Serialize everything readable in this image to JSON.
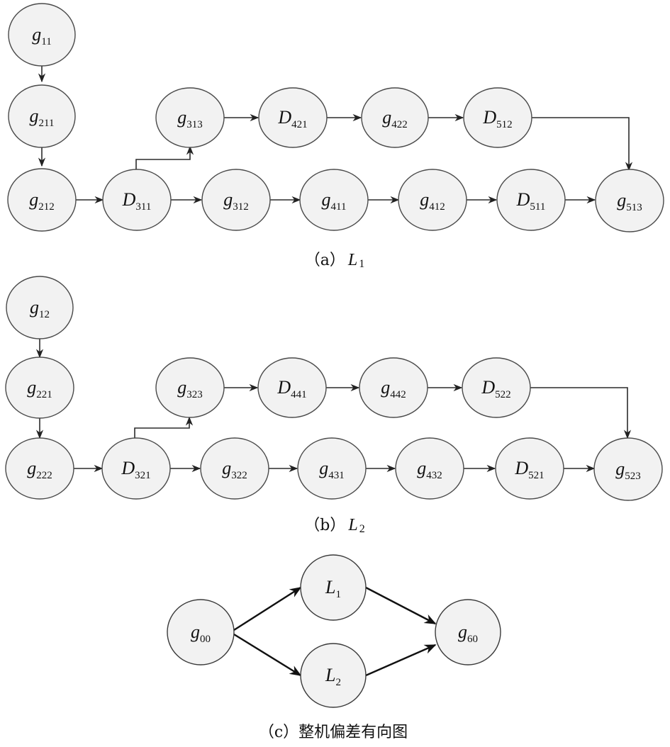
{
  "panel_a": {
    "caption_prefix": "（a）",
    "caption_main": "L",
    "caption_sub": "1",
    "nodes": {
      "g11": {
        "main": "g",
        "sub": "11"
      },
      "g211": {
        "main": "g",
        "sub": "211"
      },
      "g212": {
        "main": "g",
        "sub": "212"
      },
      "D311": {
        "main": "D",
        "sub": "311"
      },
      "g312": {
        "main": "g",
        "sub": "312"
      },
      "g411": {
        "main": "g",
        "sub": "411"
      },
      "g412": {
        "main": "g",
        "sub": "412"
      },
      "D511": {
        "main": "D",
        "sub": "511"
      },
      "g513": {
        "main": "g",
        "sub": "513"
      },
      "g313": {
        "main": "g",
        "sub": "313"
      },
      "D421": {
        "main": "D",
        "sub": "421"
      },
      "g422": {
        "main": "g",
        "sub": "422"
      },
      "D512": {
        "main": "D",
        "sub": "512"
      }
    }
  },
  "panel_b": {
    "caption_prefix": "（b）",
    "caption_main": "L",
    "caption_sub": "2",
    "nodes": {
      "g12": {
        "main": "g",
        "sub": "12"
      },
      "g221": {
        "main": "g",
        "sub": "221"
      },
      "g222": {
        "main": "g",
        "sub": "222"
      },
      "D321": {
        "main": "D",
        "sub": "321"
      },
      "g322": {
        "main": "g",
        "sub": "322"
      },
      "g431": {
        "main": "g",
        "sub": "431"
      },
      "g432": {
        "main": "g",
        "sub": "432"
      },
      "D521": {
        "main": "D",
        "sub": "521"
      },
      "g523": {
        "main": "g",
        "sub": "523"
      },
      "g323": {
        "main": "g",
        "sub": "323"
      },
      "D441": {
        "main": "D",
        "sub": "441"
      },
      "g442": {
        "main": "g",
        "sub": "442"
      },
      "D522": {
        "main": "D",
        "sub": "522"
      }
    }
  },
  "panel_c": {
    "caption": "（c）整机偏差有向图",
    "nodes": {
      "g00": {
        "main": "g",
        "sub": "00"
      },
      "L1": {
        "main": "L",
        "sub": "1"
      },
      "L2": {
        "main": "L",
        "sub": "2"
      },
      "g60": {
        "main": "g",
        "sub": "60"
      }
    }
  }
}
